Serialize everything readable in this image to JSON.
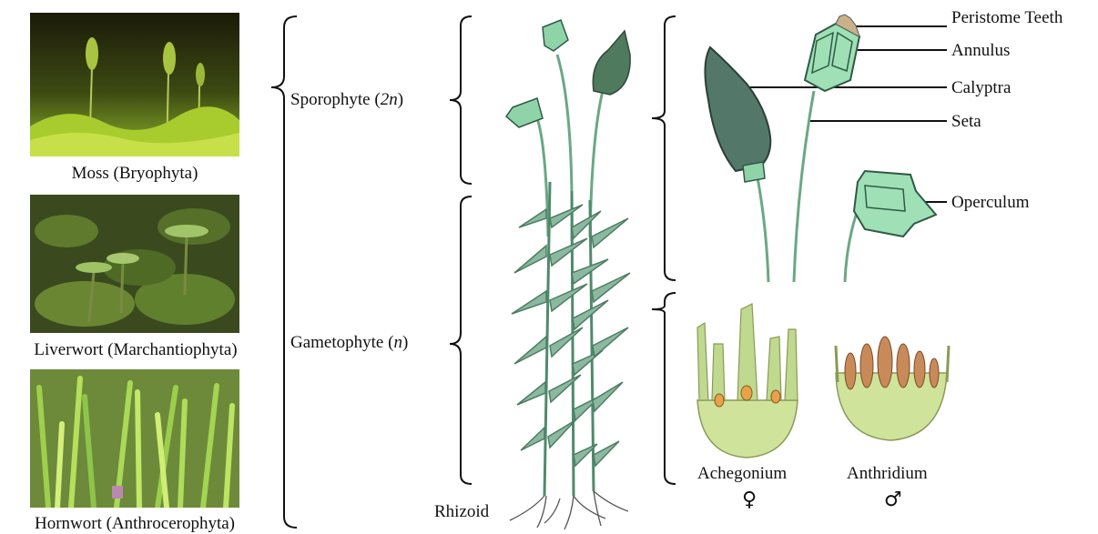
{
  "photos": {
    "moss": {
      "caption": "Moss (Bryophyta)"
    },
    "liverwort": {
      "caption": "Liverwort (Marchantiophyta)"
    },
    "hornwort": {
      "caption": "Hornwort (Anthrocerophyta)"
    }
  },
  "generations": {
    "sporophyte": {
      "label": "Sporophyte",
      "ploidy": "2n"
    },
    "gametophyte": {
      "label": "Gametophyte",
      "ploidy": "n"
    }
  },
  "rhizoid": "Rhizoid",
  "capsule_labels": {
    "peristome_teeth": "Peristome Teeth",
    "annulus": "Annulus",
    "calyptra": "Calyptra",
    "seta": "Seta",
    "operculum": "Operculum"
  },
  "sex_organs": {
    "female": {
      "name": "Achegonium",
      "symbol": "♀"
    },
    "male": {
      "name": "Anthridium",
      "symbol": "♂"
    }
  }
}
